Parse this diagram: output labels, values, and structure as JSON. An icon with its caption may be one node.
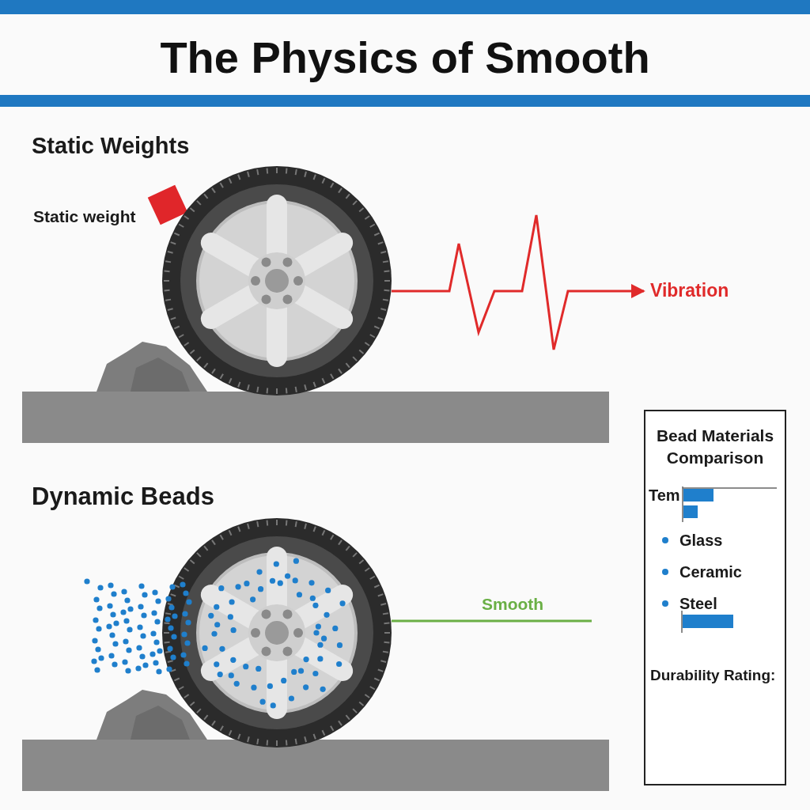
{
  "diagram": {
    "title": "The Physics of Smooth",
    "nodes": [
      {
        "text": [],
        "shape": "picture"
      },
      {
        "text": [
          "Vibration"
        ]
      },
      {
        "text": [],
        "shape": "picture"
      }
    ],
    "edges": [
      {
        "from": 0,
        "to": 1,
        "arrow": "to",
        "color": "#e02a2a"
      },
      {
        "from": 2,
        "to": null,
        "arrow": "none",
        "label": "Smooth",
        "color": "#6aaf45"
      }
    ],
    "labels": [
      "Static Weights",
      "Static weight",
      "Dynamic Beads",
      "Bead Materials Comparison",
      "Tem",
      "Durability Rating:"
    ],
    "legend": [
      {
        "text": "Glass",
        "color": "#1f7fcc"
      },
      {
        "text": "Ceramic",
        "color": "#1f7fcc"
      },
      {
        "text": "Steel",
        "color": "#1f7fcc"
      }
    ]
  }
}
